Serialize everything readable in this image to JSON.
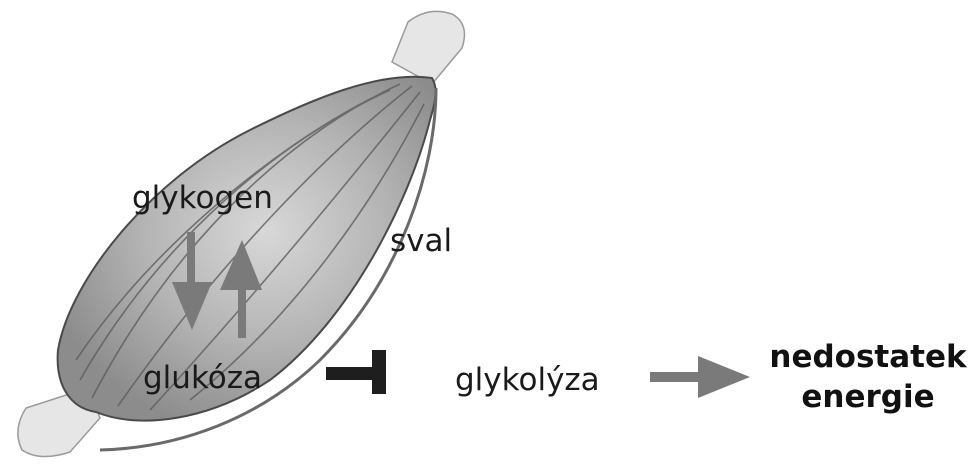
{
  "labels": {
    "glykogen": "glykogen",
    "sval": "sval",
    "glukoza": "glukóza",
    "glykolyza": "glykolýza",
    "outcome_line1": "nedostatek",
    "outcome_line2": "energie"
  },
  "colors": {
    "muscle_fill": "#a9a9a9",
    "muscle_highlight": "#d8d8d8",
    "muscle_outline": "#4a4a4a",
    "tendon": "#e6e6e6",
    "arrow_gray": "#7a7a7a",
    "inhibitor": "#1e1e1e",
    "text": "#1a1a1a"
  }
}
